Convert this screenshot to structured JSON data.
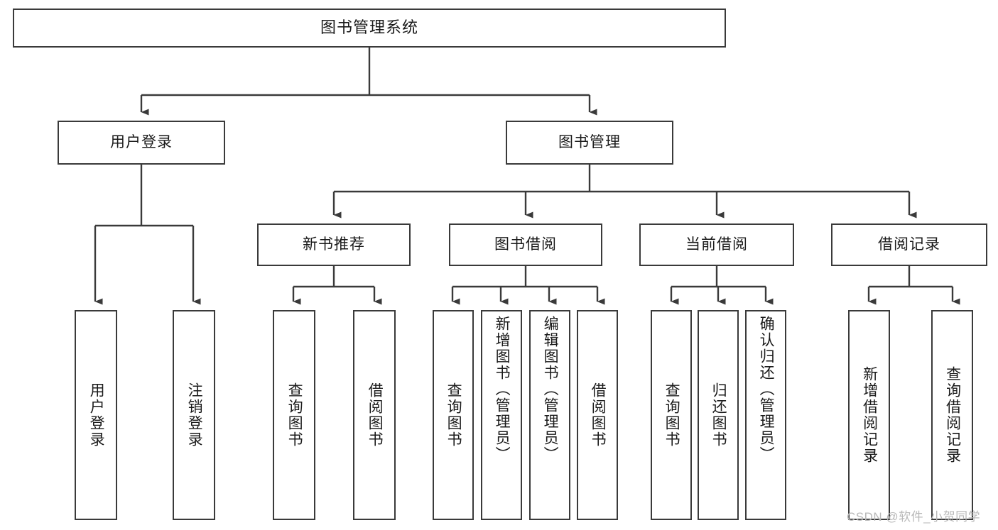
{
  "diagram": {
    "title": "图书管理系统",
    "watermark": "CSDN @软件_小贺同学",
    "line_color": "#3a3a3a",
    "box_border_color": "#3a3a3a",
    "box_fill_color": "#ffffff",
    "text_color": "#1a1a1a",
    "watermark_color": "#b9b9b9"
  },
  "nodes": {
    "root": {
      "label": "图书管理系统"
    },
    "level2": [
      {
        "label": "用户登录"
      },
      {
        "label": "图书管理"
      }
    ],
    "level3": [
      {
        "label": "新书推荐"
      },
      {
        "label": "图书借阅"
      },
      {
        "label": "当前借阅"
      },
      {
        "label": "借阅记录"
      }
    ],
    "leaves": {
      "user_login": [
        {
          "label": "用户登录"
        },
        {
          "label": "注销登录"
        }
      ],
      "new_book_recommend": [
        {
          "label": "查询图书"
        },
        {
          "label": "借阅图书"
        }
      ],
      "book_borrow": [
        {
          "label": "查询图书"
        },
        {
          "label": "新增图书（管理员）"
        },
        {
          "label": "编辑图书（管理员）"
        },
        {
          "label": "借阅图书"
        }
      ],
      "current_borrow": [
        {
          "label": "查询图书"
        },
        {
          "label": "归还图书"
        },
        {
          "label": "确认归还（管理员）"
        }
      ],
      "borrow_record": [
        {
          "label": "新增借阅记录"
        },
        {
          "label": "查询借阅记录"
        }
      ]
    }
  }
}
